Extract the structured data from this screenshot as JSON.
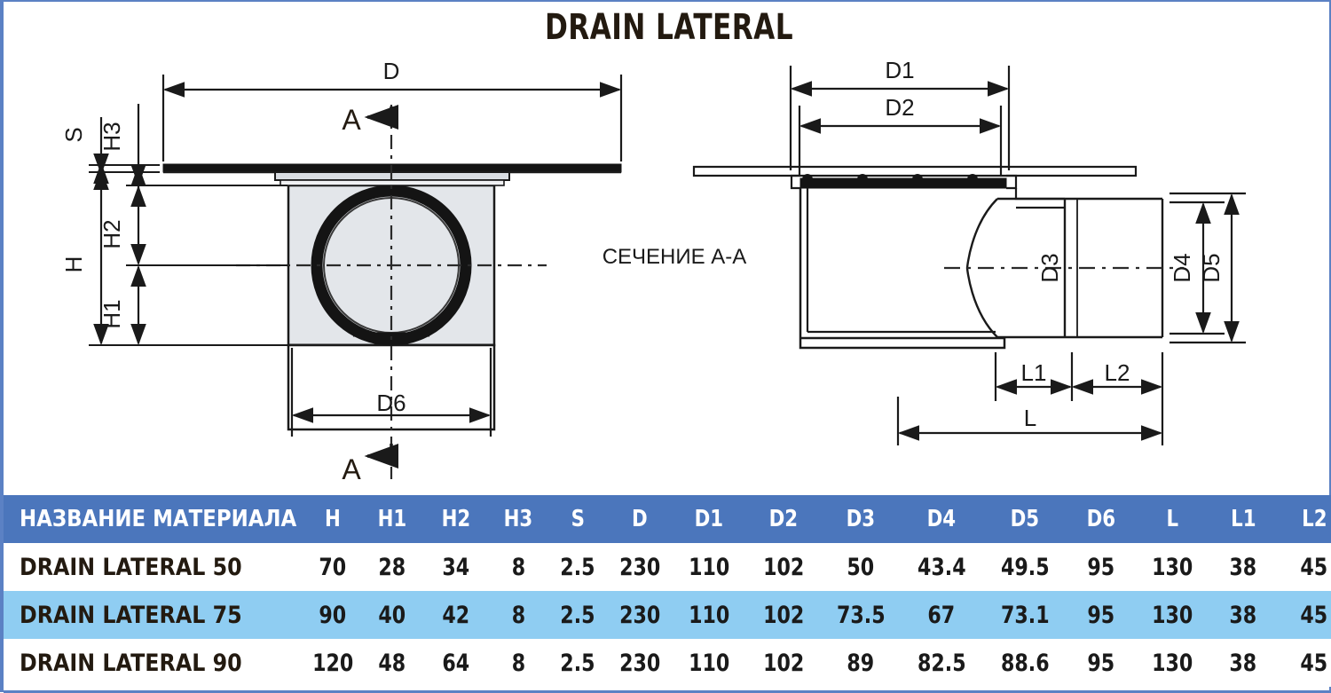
{
  "document": {
    "title": "DRAIN LATERAL",
    "section_note": "СЕЧЕНИЕ А-А",
    "section_mark_top": "A",
    "section_mark_bottom": "A"
  },
  "colors": {
    "header_blue": "#4b76bc",
    "row_highlight": "#8fcdf2",
    "border_blue": "#5b81c4",
    "title_ink": "#231a10",
    "line_ink": "#1a1a1a",
    "body_fill": "#e3e6ea"
  },
  "drawing_left": {
    "name": "front-elevation-view",
    "dimension_labels": [
      "D",
      "S",
      "H3",
      "H2",
      "H",
      "H1",
      "D6"
    ],
    "labels": {
      "D": "D",
      "S": "S",
      "H3": "H3",
      "H2": "H2",
      "H": "H",
      "H1": "H1",
      "D6": "D6"
    }
  },
  "drawing_right": {
    "name": "section-a-a-view",
    "dimension_labels": [
      "D1",
      "D2",
      "D3",
      "D4",
      "D5",
      "L",
      "L1",
      "L2"
    ],
    "labels": {
      "D1": "D1",
      "D2": "D2",
      "D3": "D3",
      "D4": "D4",
      "D5": "D5",
      "L": "L",
      "L1": "L1",
      "L2": "L2"
    }
  },
  "table": {
    "columns": [
      "НАЗВАНИЕ МАТЕРИАЛА",
      "H",
      "H1",
      "H2",
      "H3",
      "S",
      "D",
      "D1",
      "D2",
      "D3",
      "D4",
      "D5",
      "D6",
      "L",
      "L1",
      "L2"
    ],
    "rows": [
      {
        "name": "DRAIN LATERAL 50",
        "highlight": false,
        "values": [
          "70",
          "28",
          "34",
          "8",
          "2.5",
          "230",
          "110",
          "102",
          "50",
          "43.4",
          "49.5",
          "95",
          "130",
          "38",
          "45"
        ]
      },
      {
        "name": "DRAIN LATERAL 75",
        "highlight": true,
        "values": [
          "90",
          "40",
          "42",
          "8",
          "2.5",
          "230",
          "110",
          "102",
          "73.5",
          "67",
          "73.1",
          "95",
          "130",
          "38",
          "45"
        ]
      },
      {
        "name": "DRAIN LATERAL 90",
        "highlight": false,
        "values": [
          "120",
          "48",
          "64",
          "8",
          "2.5",
          "230",
          "110",
          "102",
          "89",
          "82.5",
          "88.6",
          "95",
          "130",
          "38",
          "45"
        ]
      }
    ]
  }
}
